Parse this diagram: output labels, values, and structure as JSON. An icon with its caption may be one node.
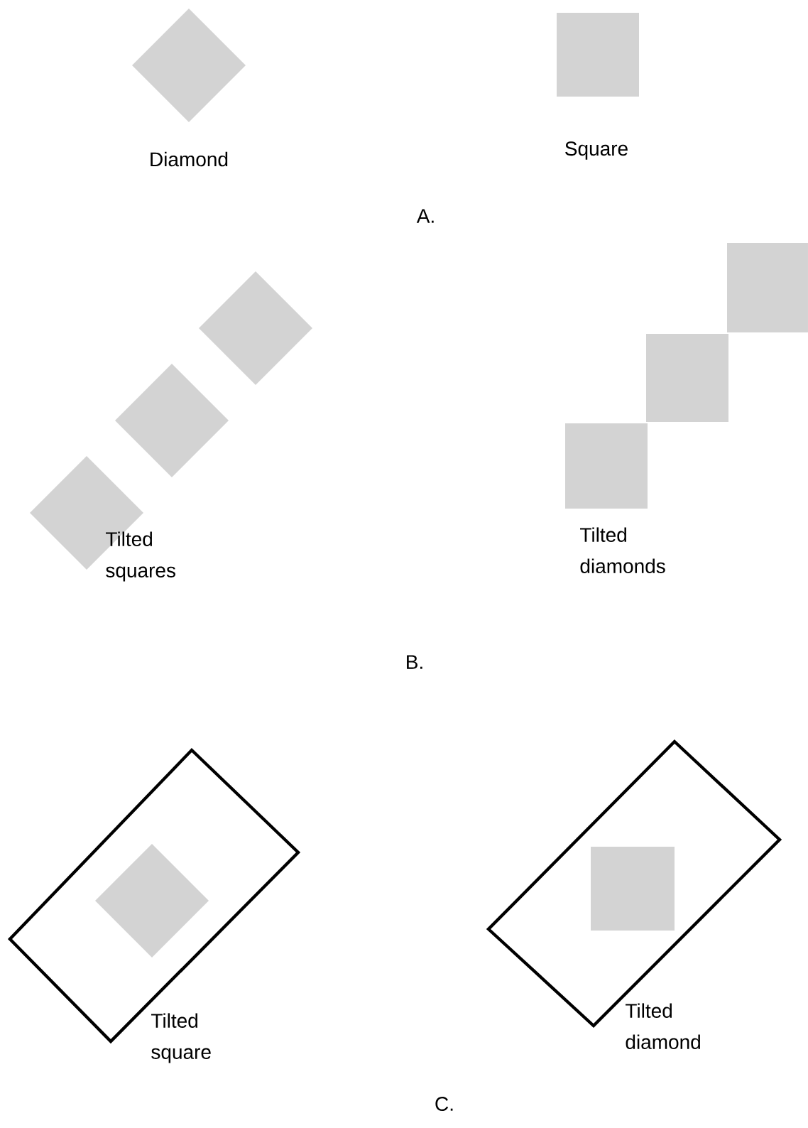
{
  "diagram": {
    "labels": [
      "Diamond",
      "Square",
      "A.",
      "Tilted squares",
      "Tilted diamonds",
      "B.",
      "Tilted square",
      "Tilted diamond",
      "C."
    ]
  }
}
